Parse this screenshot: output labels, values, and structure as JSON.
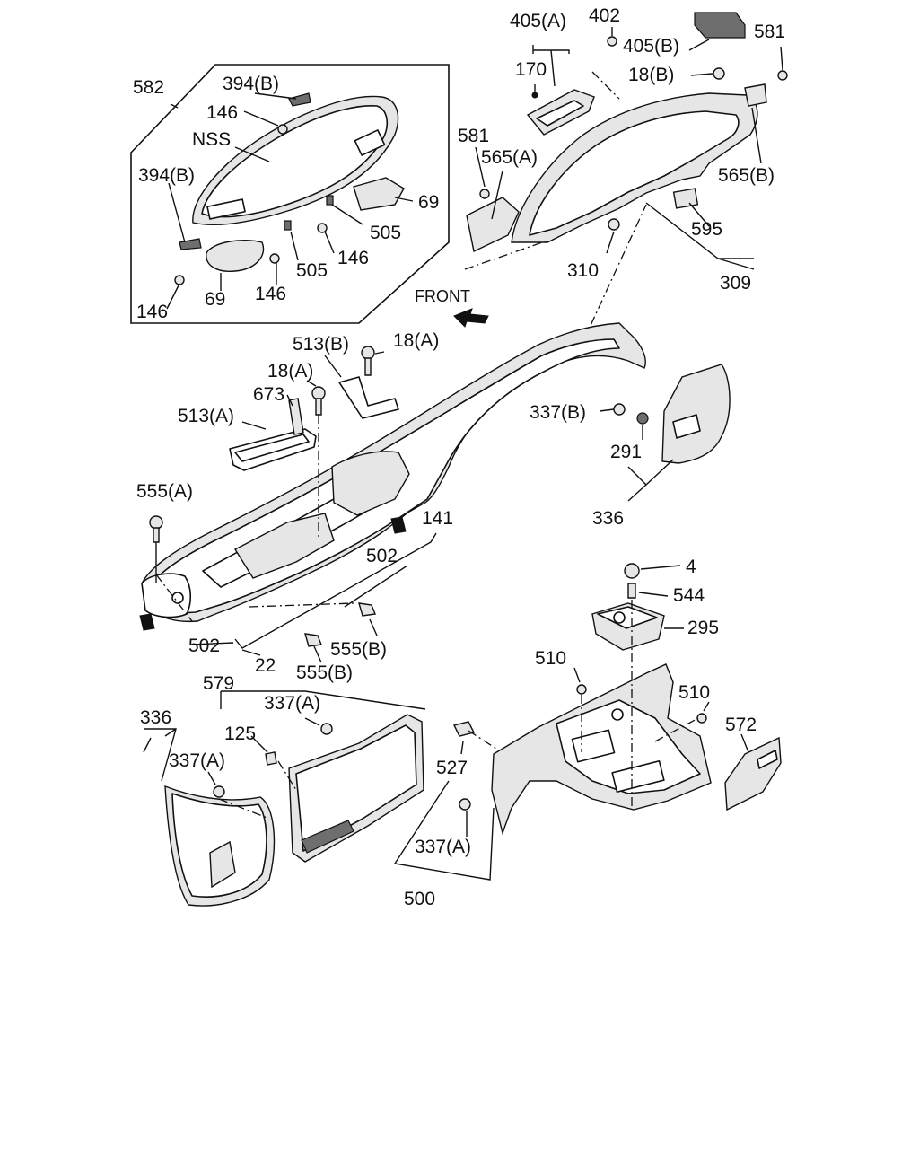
{
  "labels": {
    "l582": "582",
    "l394b_1": "394(B)",
    "l146_1": "146",
    "lnss": "NSS",
    "l394b_2": "394(B)",
    "l69_1": "69",
    "l505_1": "505",
    "l146_2": "146",
    "l505_2": "505",
    "l146_3": "146",
    "l146_4": "146",
    "l69_2": "69",
    "l405a": "405(A)",
    "l402": "402",
    "l405b": "405(B)",
    "l581_1": "581",
    "l170": "170",
    "l18b": "18(B)",
    "l581_2": "581",
    "l565a": "565(A)",
    "l565b": "565(B)",
    "l595": "595",
    "l310": "310",
    "l309": "309",
    "lfront": "FRONT",
    "l513b": "513(B)",
    "l18a_1": "18(A)",
    "l18a_2": "18(A)",
    "l673": "673",
    "l513a": "513(A)",
    "l337b": "337(B)",
    "l291": "291",
    "l336_1": "336",
    "l555a": "555(A)",
    "l141": "141",
    "l502_1": "502",
    "l502_2": "502",
    "l555b_1": "555(B)",
    "l22": "22",
    "l555b_2": "555(B)",
    "l4": "4",
    "l544": "544",
    "l295": "295",
    "l510_1": "510",
    "l510_2": "510",
    "l572": "572",
    "l579": "579",
    "l337a_1": "337(A)",
    "l336_2": "336",
    "l125": "125",
    "l337a_2": "337(A)",
    "l527": "527",
    "l337a_3": "337(A)",
    "l500": "500"
  }
}
